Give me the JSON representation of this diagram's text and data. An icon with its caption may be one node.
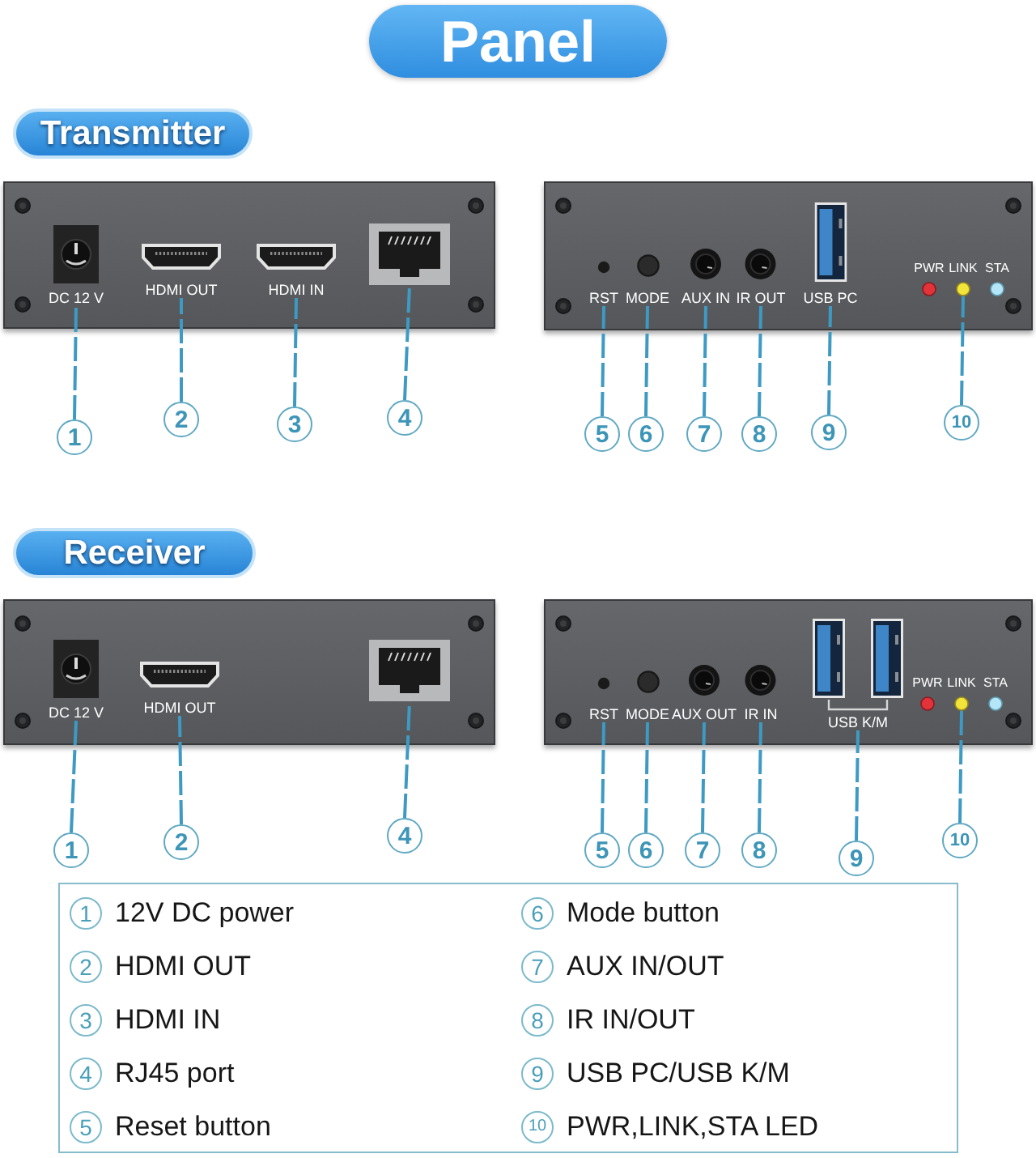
{
  "diagram": {
    "title": "Panel",
    "nodes": [
      {
        "text": [
          "Transmitter"
        ]
      },
      {
        "text": [],
        "shape": "box"
      },
      {
        "text": [],
        "shape": "picture",
        "in": 1,
        "beside": [
          "DC 12 V"
        ]
      },
      {
        "text": [],
        "shape": "picture",
        "in": 1,
        "beside": [
          "HDMI OUT"
        ]
      },
      {
        "text": [],
        "shape": "picture",
        "in": 1,
        "beside": [
          "HDMI IN"
        ]
      },
      {
        "text": [],
        "shape": "picture",
        "in": 1
      },
      {
        "text": [],
        "shape": "box"
      },
      {
        "text": [],
        "shape": "circle",
        "in": 6,
        "beside": [
          "RST"
        ]
      },
      {
        "text": [],
        "shape": "circle",
        "in": 6,
        "beside": [
          "MODE"
        ]
      },
      {
        "text": [],
        "shape": "picture",
        "in": 6,
        "beside": [
          "AUX IN"
        ]
      },
      {
        "text": [],
        "shape": "picture",
        "in": 6,
        "beside": [
          "IR OUT"
        ]
      },
      {
        "text": [],
        "shape": "picture",
        "in": 6,
        "beside": [
          "USB PC"
        ]
      },
      {
        "text": [],
        "shape": "picture",
        "in": 6,
        "beside": [
          "PWR",
          "LINK",
          "STA"
        ]
      },
      {
        "text": [
          "1"
        ]
      },
      {
        "text": [
          "2"
        ]
      },
      {
        "text": [
          "3"
        ]
      },
      {
        "text": [
          "4"
        ]
      },
      {
        "text": [
          "5"
        ]
      },
      {
        "text": [
          "6"
        ]
      },
      {
        "text": [
          "7"
        ]
      },
      {
        "text": [
          "8"
        ]
      },
      {
        "text": [
          "9"
        ]
      },
      {
        "text": [
          "10"
        ]
      },
      {
        "text": [
          "Receiver"
        ]
      },
      {
        "text": [],
        "shape": "box"
      },
      {
        "text": [],
        "shape": "picture",
        "in": 24,
        "beside": [
          "DC 12 V"
        ]
      },
      {
        "text": [],
        "shape": "picture",
        "in": 24,
        "beside": [
          "HDMI OUT"
        ]
      },
      {
        "text": [],
        "shape": "picture",
        "in": 24
      },
      {
        "text": [],
        "shape": "box"
      },
      {
        "text": [],
        "shape": "circle",
        "in": 28,
        "beside": [
          "RST"
        ]
      },
      {
        "text": [],
        "shape": "circle",
        "in": 28,
        "beside": [
          "MODE"
        ]
      },
      {
        "text": [],
        "shape": "picture",
        "in": 28,
        "beside": [
          "AUX OUT"
        ]
      },
      {
        "text": [],
        "shape": "picture",
        "in": 28,
        "beside": [
          "IR IN"
        ]
      },
      {
        "text": [],
        "shape": "picture",
        "in": 28,
        "beside": [
          "USB K/M"
        ]
      },
      {
        "text": [],
        "shape": "picture",
        "in": 28,
        "beside": [
          "PWR",
          "LINK",
          "STA"
        ]
      },
      {
        "text": [
          "1"
        ]
      },
      {
        "text": [
          "2"
        ]
      },
      {
        "text": [
          "4"
        ]
      },
      {
        "text": [
          "5"
        ]
      },
      {
        "text": [
          "6"
        ]
      },
      {
        "text": [
          "7"
        ]
      },
      {
        "text": [
          "8"
        ]
      },
      {
        "text": [
          "9"
        ]
      },
      {
        "text": [
          "10"
        ]
      },
      {
        "text": [],
        "shape": "box"
      },
      {
        "text": [
          "1"
        ],
        "in": 44,
        "beside": [
          "12V DC power"
        ]
      },
      {
        "text": [
          "2"
        ],
        "in": 44,
        "beside": [
          "HDMI OUT"
        ]
      },
      {
        "text": [
          "3"
        ],
        "in": 44,
        "beside": [
          "HDMI IN"
        ]
      },
      {
        "text": [
          "4"
        ],
        "in": 44,
        "beside": [
          "RJ45 port"
        ]
      },
      {
        "text": [
          "5"
        ],
        "in": 44,
        "beside": [
          "Reset button"
        ]
      },
      {
        "text": [
          "6"
        ],
        "in": 44,
        "beside": [
          "Mode button"
        ]
      },
      {
        "text": [
          "7"
        ],
        "in": 44,
        "beside": [
          "AUX IN/OUT"
        ]
      },
      {
        "text": [
          "8"
        ],
        "in": 44,
        "beside": [
          "IR IN/OUT"
        ]
      },
      {
        "text": [
          "9"
        ],
        "in": 44,
        "beside": [
          "USB PC/USB K/M"
        ]
      },
      {
        "text": [
          "10"
        ],
        "in": 44,
        "beside": [
          "PWR,LINK,STA LED"
        ]
      }
    ],
    "edges": [
      {
        "from": 13,
        "to": 2,
        "arrow": "none",
        "style": "dashed"
      },
      {
        "from": 14,
        "to": 3,
        "arrow": "none",
        "style": "dashed"
      },
      {
        "from": 15,
        "to": 4,
        "arrow": "none",
        "style": "dashed"
      },
      {
        "from": 16,
        "to": 5,
        "arrow": "none",
        "style": "dashed"
      },
      {
        "from": 17,
        "to": 7,
        "arrow": "none",
        "style": "dashed"
      },
      {
        "from": 18,
        "to": 8,
        "arrow": "none",
        "style": "dashed"
      },
      {
        "from": 19,
        "to": 9,
        "arrow": "none",
        "style": "dashed"
      },
      {
        "from": 20,
        "to": 10,
        "arrow": "none",
        "style": "dashed"
      },
      {
        "from": 21,
        "to": 11,
        "arrow": "none",
        "style": "dashed"
      },
      {
        "from": 22,
        "to": 12,
        "arrow": "none",
        "style": "dashed"
      },
      {
        "from": 35,
        "to": 25,
        "arrow": "none",
        "style": "dashed"
      },
      {
        "from": 36,
        "to": 26,
        "arrow": "none",
        "style": "dashed"
      },
      {
        "from": 37,
        "to": 27,
        "arrow": "none",
        "style": "dashed"
      },
      {
        "from": 38,
        "to": 29,
        "arrow": "none",
        "style": "dashed"
      },
      {
        "from": 39,
        "to": 30,
        "arrow": "none",
        "style": "dashed"
      },
      {
        "from": 40,
        "to": 31,
        "arrow": "none",
        "style": "dashed"
      },
      {
        "from": 41,
        "to": 32,
        "arrow": "none",
        "style": "dashed"
      },
      {
        "from": 42,
        "to": 33,
        "arrow": "none",
        "style": "dashed"
      },
      {
        "from": 43,
        "to": 34,
        "arrow": "none",
        "style": "dashed"
      }
    ]
  }
}
